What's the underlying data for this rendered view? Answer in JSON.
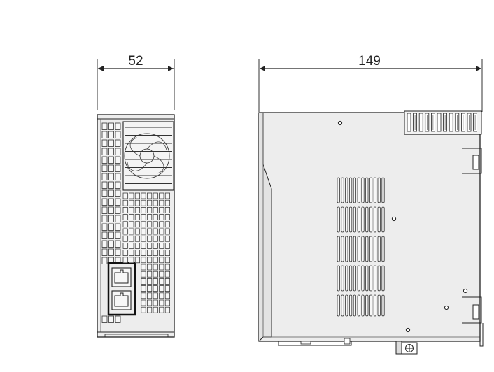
{
  "front_view": {
    "width_label": "52",
    "vent_grid": {
      "columns": 6,
      "rows": 24
    },
    "lower_grid": {
      "columns": 6,
      "rows": 17
    },
    "ports": [
      "upper-ethernet-port",
      "lower-ethernet-port"
    ]
  },
  "side_view": {
    "depth_label": "149",
    "vent_columns": 12,
    "top_connector_pins": 12
  },
  "colors": {
    "line": "#222222",
    "panel_fill": "#ededed",
    "dim_line": "#333333",
    "background": "#ffffff"
  }
}
